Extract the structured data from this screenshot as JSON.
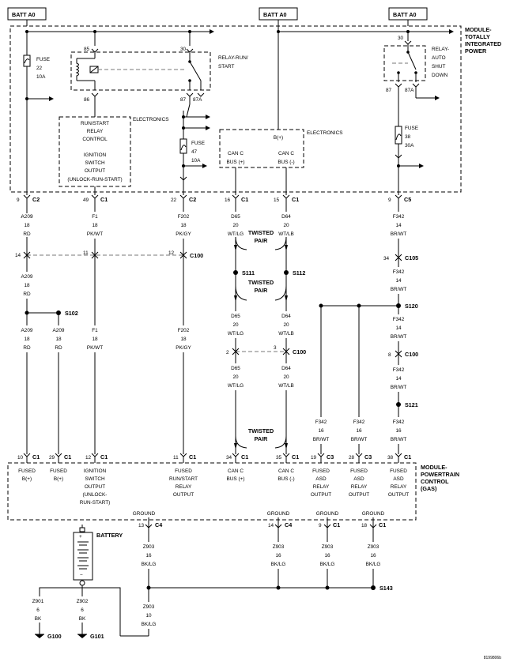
{
  "batt": {
    "label": "BATT A0"
  },
  "modules": {
    "tipm": [
      "MODULE-",
      "TOTALLY",
      "INTEGRATED",
      "POWER"
    ],
    "pcm": [
      "MODULE-",
      "POWERTRAIN",
      "CONTROL",
      "(GAS)"
    ]
  },
  "components": {
    "fuse22": [
      "FUSE",
      "22",
      "10A"
    ],
    "fuse47": [
      "FUSE",
      "47",
      "10A"
    ],
    "fuse38": [
      "FUSE",
      "38",
      "30A"
    ],
    "relay_run_start": [
      "RELAY-RUN/",
      "START"
    ],
    "relay_asd": [
      "RELAY-",
      "AUTO",
      "SHUT",
      "DOWN"
    ],
    "electronics": "ELECTRONICS",
    "runstart_block": [
      "RUN/START",
      "RELAY",
      "CONTROL",
      "",
      "IGNITION",
      "SWITCH",
      "OUTPUT",
      "(UNLOCK-RUN-START)"
    ],
    "canc_left": [
      "CAN C",
      "BUS (+)"
    ],
    "canc_right": [
      "CAN C",
      "BUS (-)"
    ],
    "bplus": "B(+)",
    "battery": "BATTERY",
    "twisted_pair": [
      "TWISTED",
      "PAIR"
    ]
  },
  "pins": {
    "p85": "85",
    "p30a": "30",
    "p86": "86",
    "p87": "87",
    "p87a": "87A",
    "p30b": "30",
    "p87b": "87",
    "p87ab": "87A"
  },
  "connectors": {
    "tipm_bottom": [
      {
        "pin": "9",
        "conn": "C2"
      },
      {
        "pin": "49",
        "conn": "C1"
      },
      {
        "pin": "22",
        "conn": "C2"
      },
      {
        "pin": "16",
        "conn": "C1"
      },
      {
        "pin": "15",
        "conn": "C1"
      },
      {
        "pin": "9",
        "conn": "C5"
      }
    ],
    "c100_a": [
      {
        "pin": "14"
      },
      {
        "pin": "11"
      },
      {
        "pin": "12",
        "conn": "C100"
      }
    ],
    "c100_b": [
      {
        "pin": "2"
      },
      {
        "pin": "3",
        "conn": "C100"
      }
    ],
    "c105": {
      "pin": "34",
      "conn": "C105"
    },
    "c100_c": {
      "pin": "8",
      "conn": "C100"
    },
    "pcm_top": [
      {
        "pin": "10",
        "conn": "C1"
      },
      {
        "pin": "29",
        "conn": "C1"
      },
      {
        "pin": "12",
        "conn": "C1"
      },
      {
        "pin": "11",
        "conn": "C1"
      },
      {
        "pin": "34",
        "conn": "C1"
      },
      {
        "pin": "35",
        "conn": "C1"
      },
      {
        "pin": "19",
        "conn": "C3"
      },
      {
        "pin": "28",
        "conn": "C3"
      },
      {
        "pin": "38",
        "conn": "C1"
      }
    ],
    "pcm_bottom": [
      {
        "pin": "13",
        "conn": "C4"
      },
      {
        "pin": "14",
        "conn": "C4"
      },
      {
        "pin": "9",
        "conn": "C1"
      },
      {
        "pin": "18",
        "conn": "C1"
      }
    ]
  },
  "splices": {
    "s102": "S102",
    "s111": "S111",
    "s112": "S112",
    "s120": "S120",
    "s121": "S121",
    "s143": "S143"
  },
  "wires": {
    "a209": [
      "A209",
      "18",
      "RD"
    ],
    "f1": [
      "F1",
      "18",
      "PK/WT"
    ],
    "f202": [
      "F202",
      "18",
      "PK/GY"
    ],
    "d65": [
      "D65",
      "20",
      "WT/LG"
    ],
    "d64": [
      "D64",
      "20",
      "WT/LB"
    ],
    "f342_14": [
      "F342",
      "14",
      "BR/WT"
    ],
    "f342_16": [
      "F342",
      "16",
      "BR/WT"
    ],
    "z903_16": [
      "Z903",
      "16",
      "BK/LG"
    ],
    "z903_10": [
      "Z903",
      "10",
      "BK/LG"
    ],
    "z901": [
      "Z901",
      "6",
      "BK"
    ],
    "z902": [
      "Z902",
      "6",
      "BK"
    ]
  },
  "pcm_labels": [
    [
      "FUSED",
      "B(+)"
    ],
    [
      "FUSED",
      "B(+)"
    ],
    [
      "IGNITION",
      "SWITCH",
      "OUTPUT",
      "(UNLOCK-",
      "RUN-START)"
    ],
    [
      "FUSED",
      "RUN/START",
      "RELAY",
      "OUTPUT"
    ],
    [
      "CAN C",
      "BUS (+)"
    ],
    [
      "CAN C",
      "BUS (-)"
    ],
    [
      "FUSED",
      "ASD",
      "RELAY",
      "OUTPUT"
    ],
    [
      "FUSED",
      "ASD",
      "RELAY",
      "OUTPUT"
    ],
    [
      "FUSED",
      "ASD",
      "RELAY",
      "OUTPUT"
    ]
  ],
  "ground_label": "GROUND",
  "grounds": {
    "g100": "G100",
    "g101": "G101"
  },
  "figure_id": "8199806b"
}
